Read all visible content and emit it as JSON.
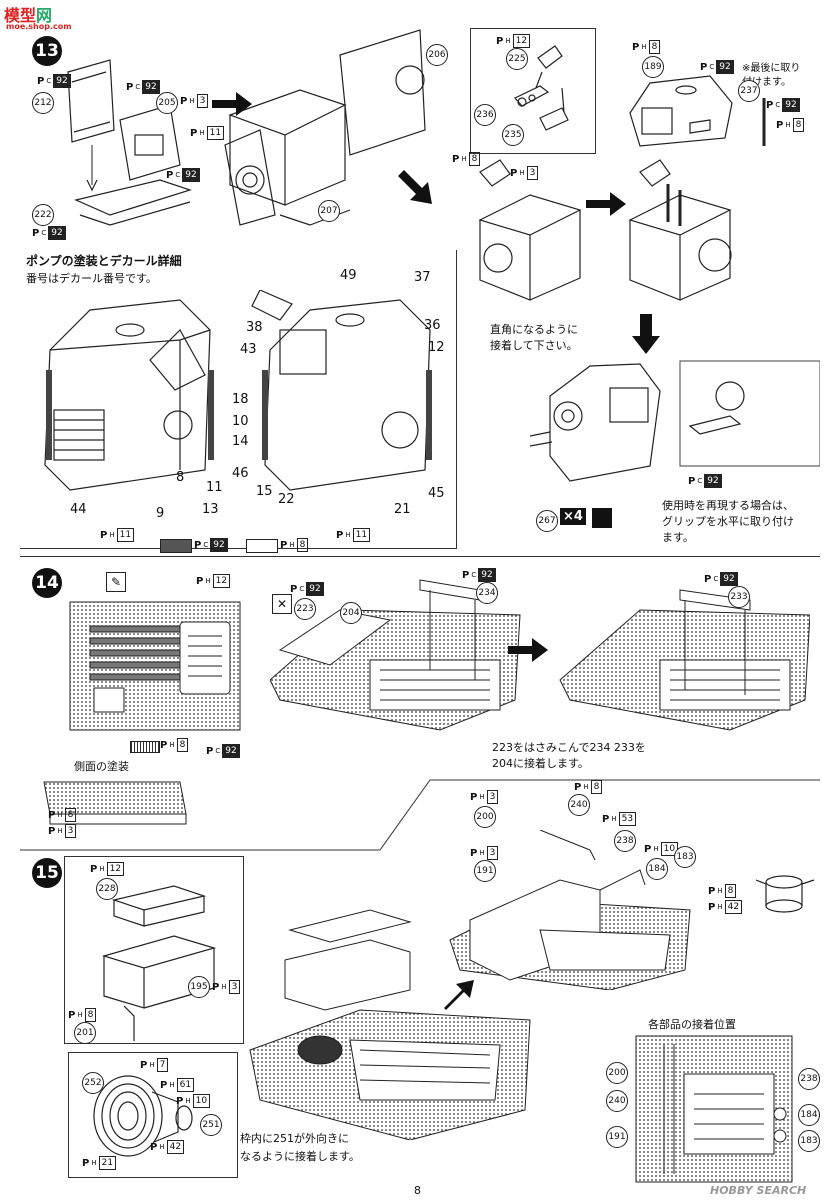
{
  "watermark_top": {
    "text1": "模型",
    "text2": "网",
    "url": "moe.shop.com"
  },
  "steps": {
    "s13": "13",
    "s14": "14",
    "s15": "15"
  },
  "step13": {
    "parts": [
      "212",
      "205",
      "206",
      "207",
      "222",
      "225",
      "236",
      "235",
      "189",
      "237",
      "267"
    ],
    "note_last": "※最後に取り\n付けます。",
    "note_right_angle": "直角になるように\n接着して下さい。",
    "note_grip": "使用時を再現する場合は、\nグリップを水平に取り付け\nます。",
    "x4": "×4",
    "paints": {
      "pc92": "92",
      "ph3": "3",
      "ph11": "11",
      "ph12": "12",
      "ph8": "8"
    }
  },
  "pump_detail": {
    "title": "ポンプの塗装とデカール詳細",
    "subtitle": "番号はデカール番号です。",
    "decals": [
      "49",
      "37",
      "38",
      "36",
      "43",
      "12",
      "18",
      "10",
      "14",
      "46",
      "15",
      "22",
      "21",
      "45",
      "44",
      "9",
      "8",
      "11",
      "13"
    ],
    "legend_dark": "92",
    "legend_light": "8",
    "ph11": "11"
  },
  "step14": {
    "parts": [
      "223",
      "204",
      "234",
      "233"
    ],
    "note": "223をはさみこんで234 233を\n204に接着します。",
    "side_paint": "側面の塗装",
    "paints": {
      "ph12": "12",
      "ph8": "8",
      "pc92": "92",
      "ph3": "3"
    }
  },
  "step15": {
    "parts": [
      "228",
      "195",
      "201",
      "252",
      "251",
      "200",
      "191",
      "240",
      "238",
      "184",
      "183"
    ],
    "note_251": "枠内に251が外向きに\nなるように接着します。",
    "positions_title": "各部品の接着位置",
    "paints": {
      "ph12": "12",
      "ph3": "3",
      "ph8": "8",
      "ph7": "7",
      "ph61": "61",
      "ph10": "10",
      "ph42": "42",
      "ph21": "21",
      "ph53": "53"
    }
  },
  "page_number": "8",
  "watermark_bottom": "HOBBY SEARCH"
}
